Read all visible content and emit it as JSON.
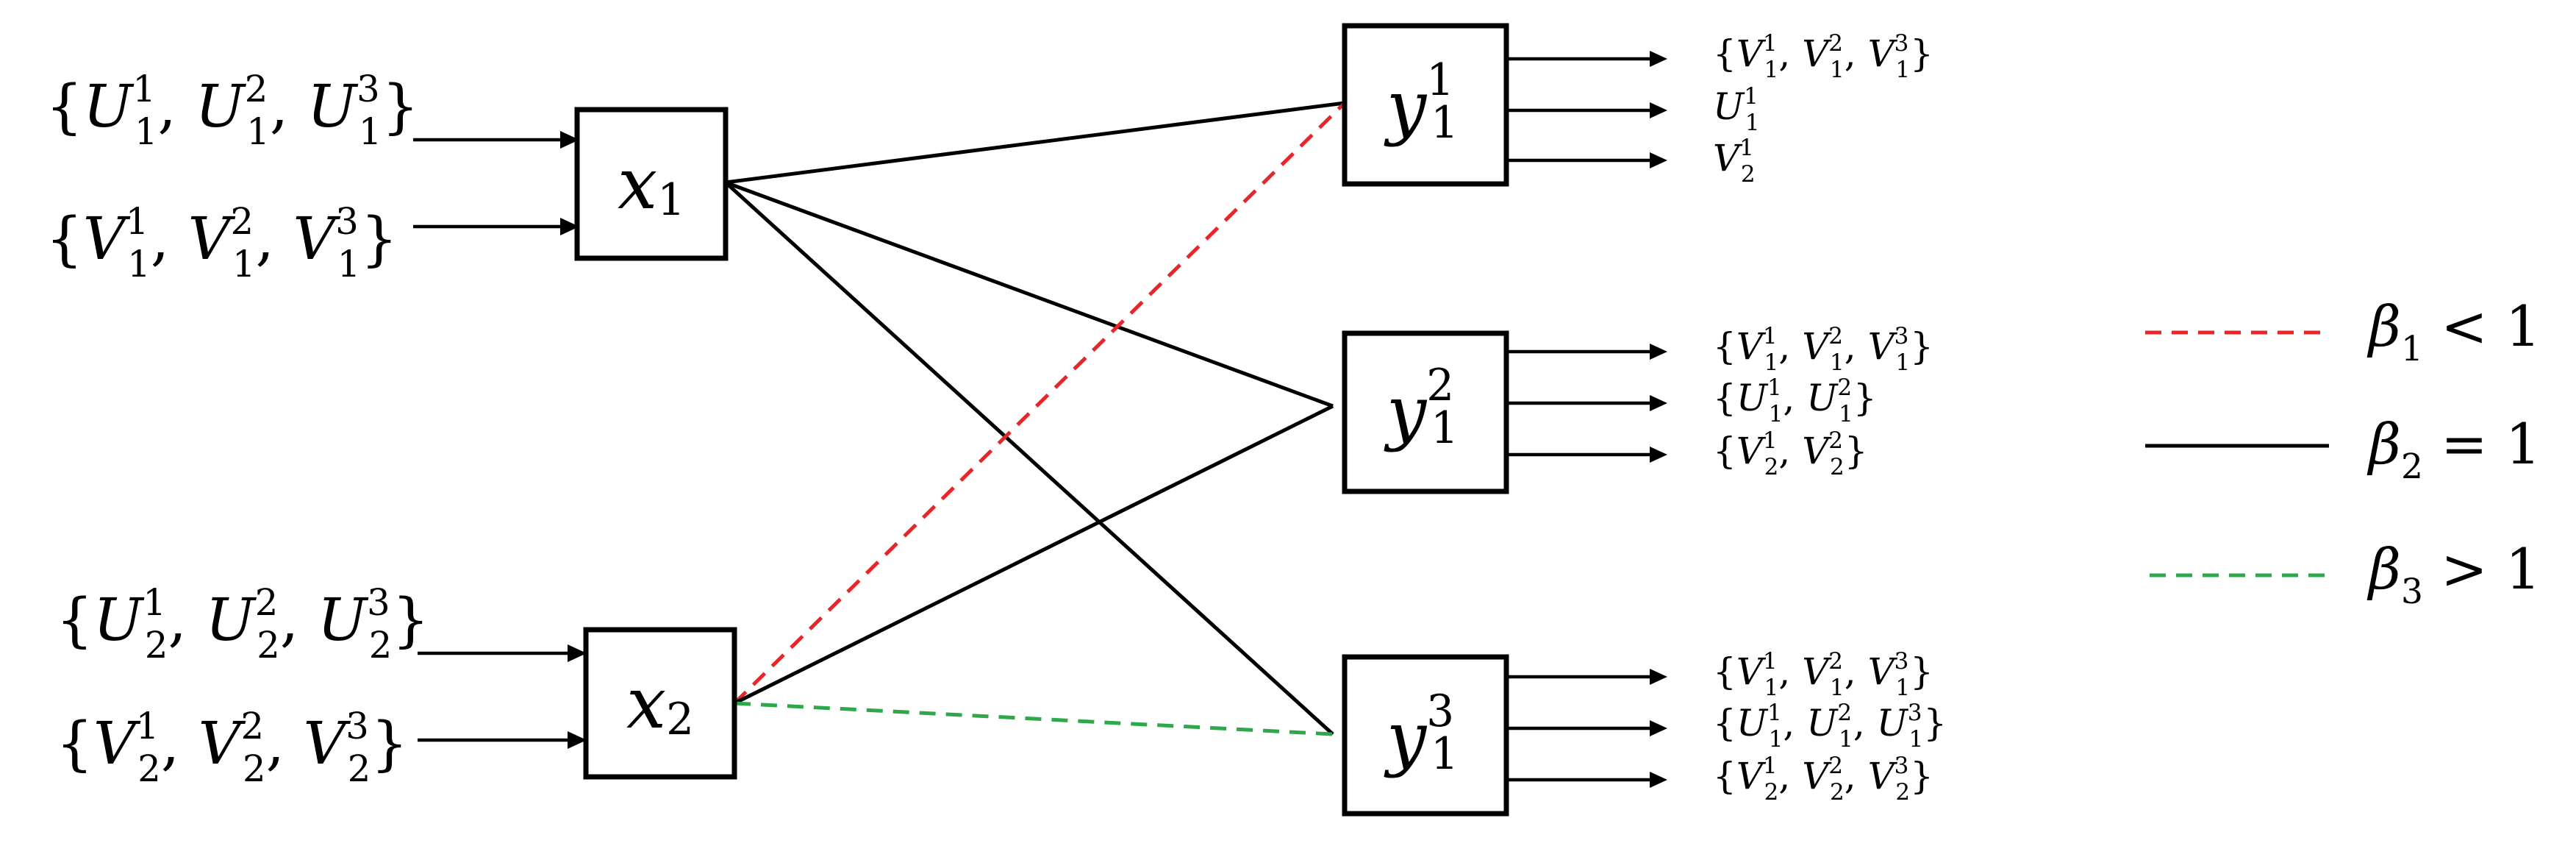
{
  "colors": {
    "beta1": "#e8262a",
    "beta2": "#000000",
    "beta3": "#2ea84a"
  },
  "nodes": {
    "x1": {
      "base": "x",
      "sub": "1",
      "sup": ""
    },
    "x2": {
      "base": "x",
      "sub": "2",
      "sup": ""
    },
    "y11": {
      "base": "y",
      "sub": "1",
      "sup": "1"
    },
    "y12": {
      "base": "y",
      "sub": "1",
      "sup": "2"
    },
    "y13": {
      "base": "y",
      "sub": "1",
      "sup": "3"
    }
  },
  "inputs": {
    "x1_top": [
      {
        "base": "U",
        "sub": "1",
        "sup": "1"
      },
      {
        "base": "U",
        "sub": "1",
        "sup": "2"
      },
      {
        "base": "U",
        "sub": "1",
        "sup": "3"
      }
    ],
    "x1_bottom": [
      {
        "base": "V",
        "sub": "1",
        "sup": "1"
      },
      {
        "base": "V",
        "sub": "1",
        "sup": "2"
      },
      {
        "base": "V",
        "sub": "1",
        "sup": "3"
      }
    ],
    "x2_top": [
      {
        "base": "U",
        "sub": "2",
        "sup": "1"
      },
      {
        "base": "U",
        "sub": "2",
        "sup": "2"
      },
      {
        "base": "U",
        "sub": "2",
        "sup": "3"
      }
    ],
    "x2_bottom": [
      {
        "base": "V",
        "sub": "2",
        "sup": "1"
      },
      {
        "base": "V",
        "sub": "2",
        "sup": "2"
      },
      {
        "base": "V",
        "sub": "2",
        "sup": "3"
      }
    ]
  },
  "outputs": {
    "y11": [
      {
        "braces": true,
        "items": [
          {
            "base": "V",
            "sub": "1",
            "sup": "1"
          },
          {
            "base": "V",
            "sub": "1",
            "sup": "2"
          },
          {
            "base": "V",
            "sub": "1",
            "sup": "3"
          }
        ]
      },
      {
        "braces": false,
        "items": [
          {
            "base": "U",
            "sub": "1",
            "sup": "1"
          }
        ]
      },
      {
        "braces": false,
        "items": [
          {
            "base": "V",
            "sub": "2",
            "sup": "1"
          }
        ]
      }
    ],
    "y12": [
      {
        "braces": true,
        "items": [
          {
            "base": "V",
            "sub": "1",
            "sup": "1"
          },
          {
            "base": "V",
            "sub": "1",
            "sup": "2"
          },
          {
            "base": "V",
            "sub": "1",
            "sup": "3"
          }
        ]
      },
      {
        "braces": true,
        "items": [
          {
            "base": "U",
            "sub": "1",
            "sup": "1"
          },
          {
            "base": "U",
            "sub": "1",
            "sup": "2"
          }
        ]
      },
      {
        "braces": true,
        "items": [
          {
            "base": "V",
            "sub": "2",
            "sup": "1"
          },
          {
            "base": "V",
            "sub": "2",
            "sup": "2"
          }
        ]
      }
    ],
    "y13": [
      {
        "braces": true,
        "items": [
          {
            "base": "V",
            "sub": "1",
            "sup": "1"
          },
          {
            "base": "V",
            "sub": "1",
            "sup": "2"
          },
          {
            "base": "V",
            "sub": "1",
            "sup": "3"
          }
        ]
      },
      {
        "braces": true,
        "items": [
          {
            "base": "U",
            "sub": "1",
            "sup": "1"
          },
          {
            "base": "U",
            "sub": "1",
            "sup": "2"
          },
          {
            "base": "U",
            "sub": "1",
            "sup": "3"
          }
        ]
      },
      {
        "braces": true,
        "items": [
          {
            "base": "V",
            "sub": "2",
            "sup": "1"
          },
          {
            "base": "V",
            "sub": "2",
            "sup": "2"
          },
          {
            "base": "V",
            "sub": "2",
            "sup": "3"
          }
        ]
      }
    ]
  },
  "legend": [
    {
      "beta": "β",
      "sub": "1",
      "relation": "<",
      "value": "1"
    },
    {
      "beta": "β",
      "sub": "2",
      "relation": "=",
      "value": "1"
    },
    {
      "beta": "β",
      "sub": "3",
      "relation": ">",
      "value": "1"
    }
  ]
}
